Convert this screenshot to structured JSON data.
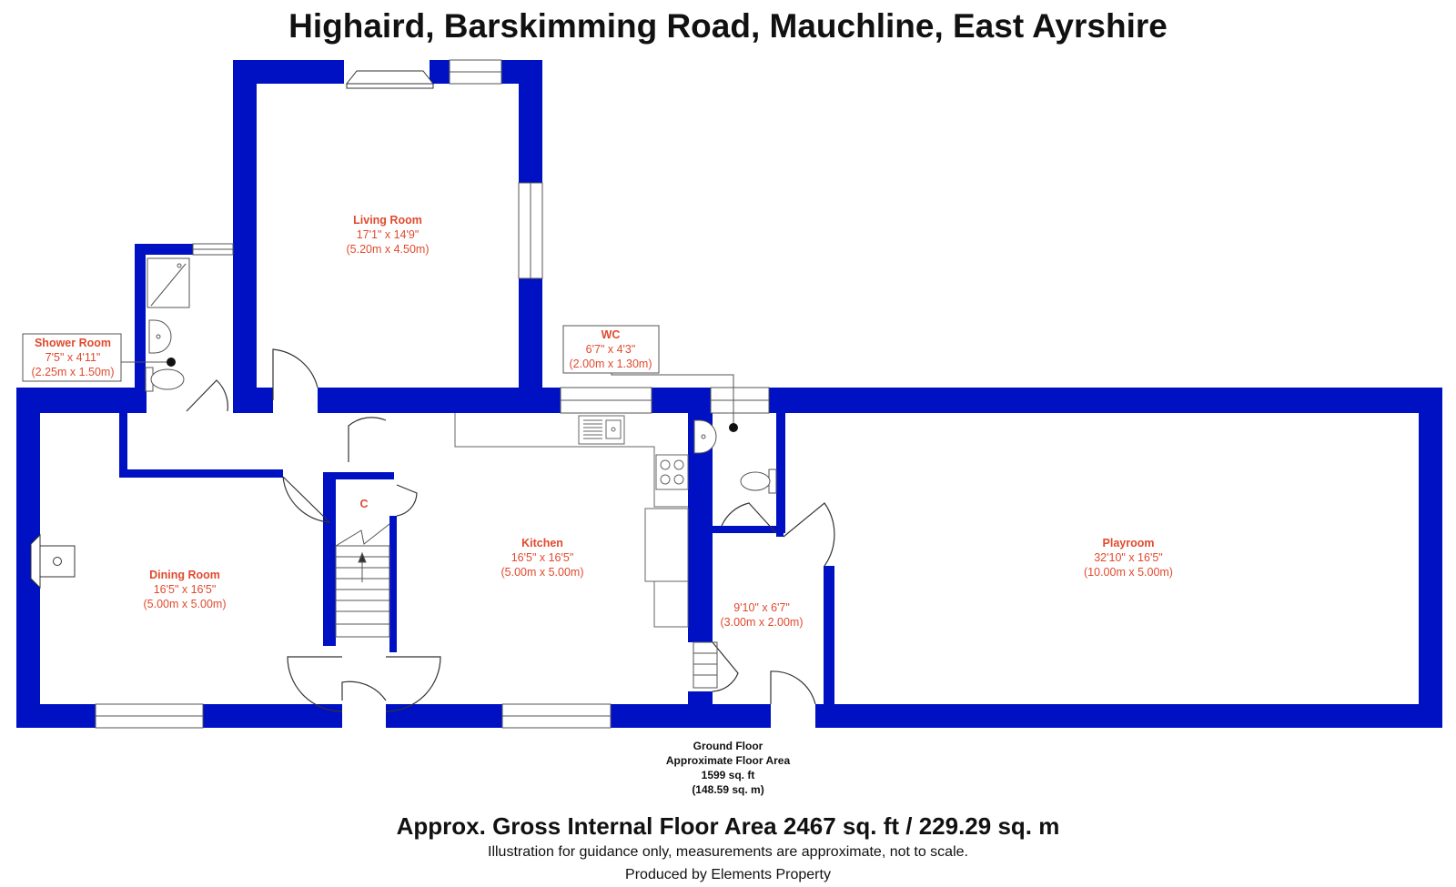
{
  "title": "Highaird, Barskimming Road, Mauchline, East Ayrshire",
  "colors": {
    "wall": "#0011c4",
    "label": "#e04a2e",
    "fixture": "#666666"
  },
  "rooms": {
    "living": {
      "name": "Living Room",
      "imperial": "17'1\" x 14'9\"",
      "metric": "(5.20m x 4.50m)"
    },
    "shower": {
      "name": "Shower Room",
      "imperial": "7'5\" x 4'11\"",
      "metric": "(2.25m x 1.50m)"
    },
    "wc": {
      "name": "WC",
      "imperial": "6'7\" x 4'3\"",
      "metric": "(2.00m x 1.30m)"
    },
    "dining": {
      "name": "Dining Room",
      "imperial": "16'5\" x 16'5\"",
      "metric": "(5.00m x 5.00m)"
    },
    "kitchen": {
      "name": "Kitchen",
      "imperial": "16'5\" x 16'5\"",
      "metric": "(5.00m x 5.00m)"
    },
    "playroom": {
      "name": "Playroom",
      "imperial": "32'10\" x 16'5\"",
      "metric": "(10.00m x 5.00m)"
    },
    "hall": {
      "imperial": "9'10\" x 6'7\"",
      "metric": "(3.00m x 2.00m)"
    },
    "cupboard": {
      "name": "C"
    }
  },
  "floor": {
    "name": "Ground Floor",
    "area_label": "Approximate Floor Area",
    "sq_ft": "1599 sq. ft",
    "sq_m": "(148.59 sq. m)"
  },
  "total_area": "Approx. Gross Internal Floor Area 2467 sq. ft / 229.29 sq. m",
  "disclaimer": "Illustration for guidance only, measurements are approximate, not to scale.",
  "producer": "Produced by Elements Property"
}
